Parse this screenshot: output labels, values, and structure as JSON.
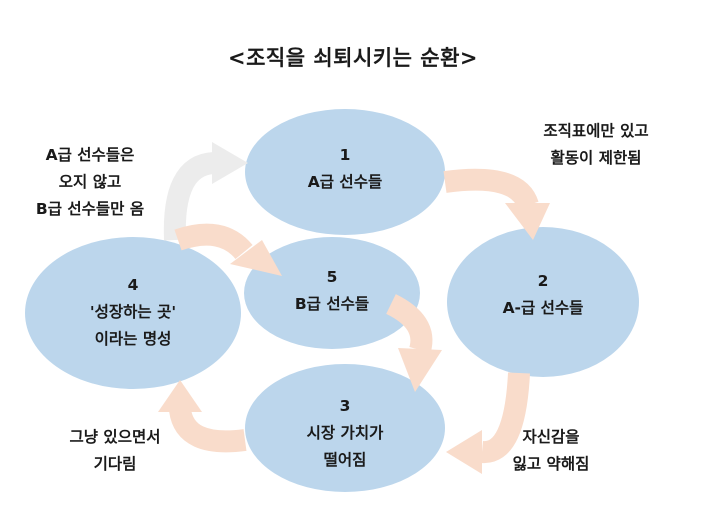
{
  "title": "<조직을 쇠퇴시키는 순환>",
  "colors": {
    "ellipse_fill": "#bcd6ec",
    "arrow_peach": "#f9dccb",
    "arrow_gray": "#ececec",
    "text": "#1a1a1a"
  },
  "nodes": {
    "n1": {
      "number": "1",
      "label": "A급 선수들"
    },
    "n2": {
      "number": "2",
      "label": "A-급 선수들"
    },
    "n3": {
      "number": "3",
      "label_line1": "시장 가치가",
      "label_line2": "떨어짐"
    },
    "n4": {
      "number": "4",
      "label_line1": "'성장하는 곳'",
      "label_line2": "이라는 명성"
    },
    "n5": {
      "number": "5",
      "label": "B급 선수들"
    }
  },
  "notes": {
    "top_right": {
      "line1": "조직표에만 있고",
      "line2": "활동이 제한됨"
    },
    "bottom_right": {
      "line1": "자신감을",
      "line2": "잃고 약해짐"
    },
    "bottom_left": {
      "line1": "그냥 있으면서",
      "line2": "기다림"
    },
    "top_left": {
      "line1": "A급 선수들은",
      "line2": "오지 않고",
      "line3": "B급 선수들만 옴"
    }
  }
}
